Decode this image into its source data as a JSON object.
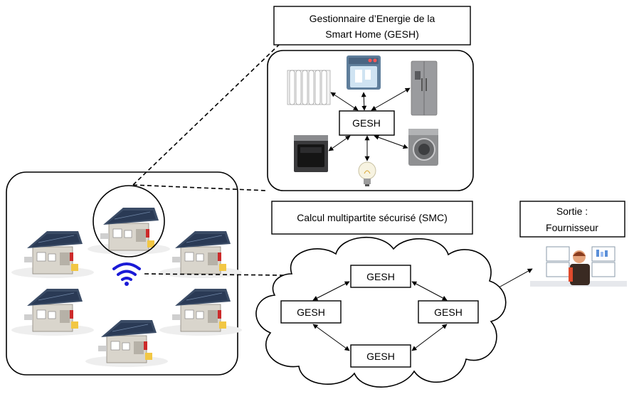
{
  "title_box": {
    "line1": "Gestionnaire d’Energie de la",
    "line2": "Smart Home (GESH)"
  },
  "center_node": "GESH",
  "smc_label": "Calcul multipartite sécurisé (SMC)",
  "output_box": {
    "line1": "Sortie :",
    "line2": "Fournisseur"
  },
  "ring_nodes": [
    "GESH",
    "GESH",
    "GESH",
    "GESH"
  ],
  "icons": {
    "appliances": [
      "radiator-icon",
      "dishwasher-icon",
      "fridge-icon",
      "oven-icon",
      "washing-machine-icon",
      "light-bulb-icon"
    ],
    "network": "wifi-icon",
    "houses": "smart-house-icon",
    "operator": "supplier-operator-icon"
  }
}
